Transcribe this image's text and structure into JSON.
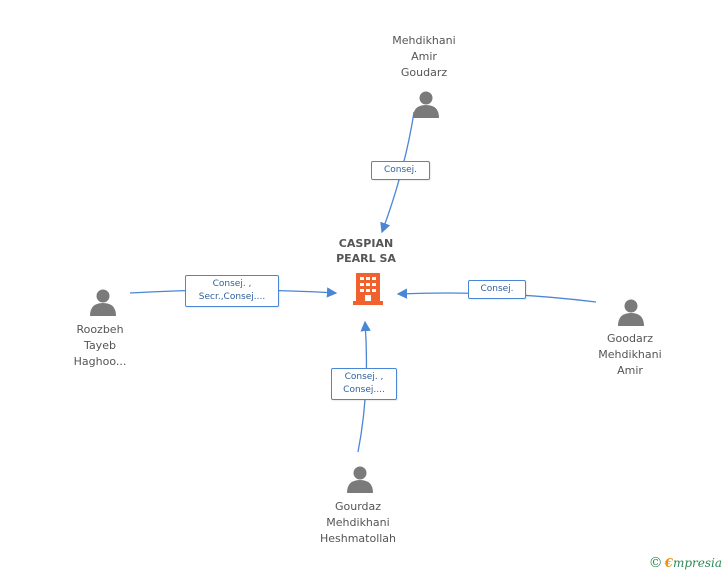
{
  "company": {
    "name": "CASPIAN\nPEARL SA",
    "icon": "building-icon",
    "icon_color": "#f0612e"
  },
  "persons": [
    {
      "id": "top",
      "name": "Mehdikhani\nAmir\nGoudarz",
      "icon": "person-icon"
    },
    {
      "id": "left",
      "name": "Roozbeh\nTayeb\nHaghoo...",
      "icon": "person-icon"
    },
    {
      "id": "right",
      "name": "Goodarz\nMehdikhani\nAmir",
      "icon": "person-icon"
    },
    {
      "id": "bottom",
      "name": "Gourdaz\nMehdikhani\nHeshmatollah",
      "icon": "person-icon"
    }
  ],
  "edges": [
    {
      "from": "top",
      "label": "Consej."
    },
    {
      "from": "left",
      "label": "Consej. ,\nSecr.,Consej...."
    },
    {
      "from": "right",
      "label": "Consej."
    },
    {
      "from": "bottom",
      "label": "Consej. ,\nConsej...."
    }
  ],
  "colors": {
    "edge": "#4a86d6",
    "person": "#7a7a7a",
    "text": "#555555"
  },
  "brand": {
    "copyright": "©",
    "first_letter": "€",
    "rest": "mpresia"
  }
}
